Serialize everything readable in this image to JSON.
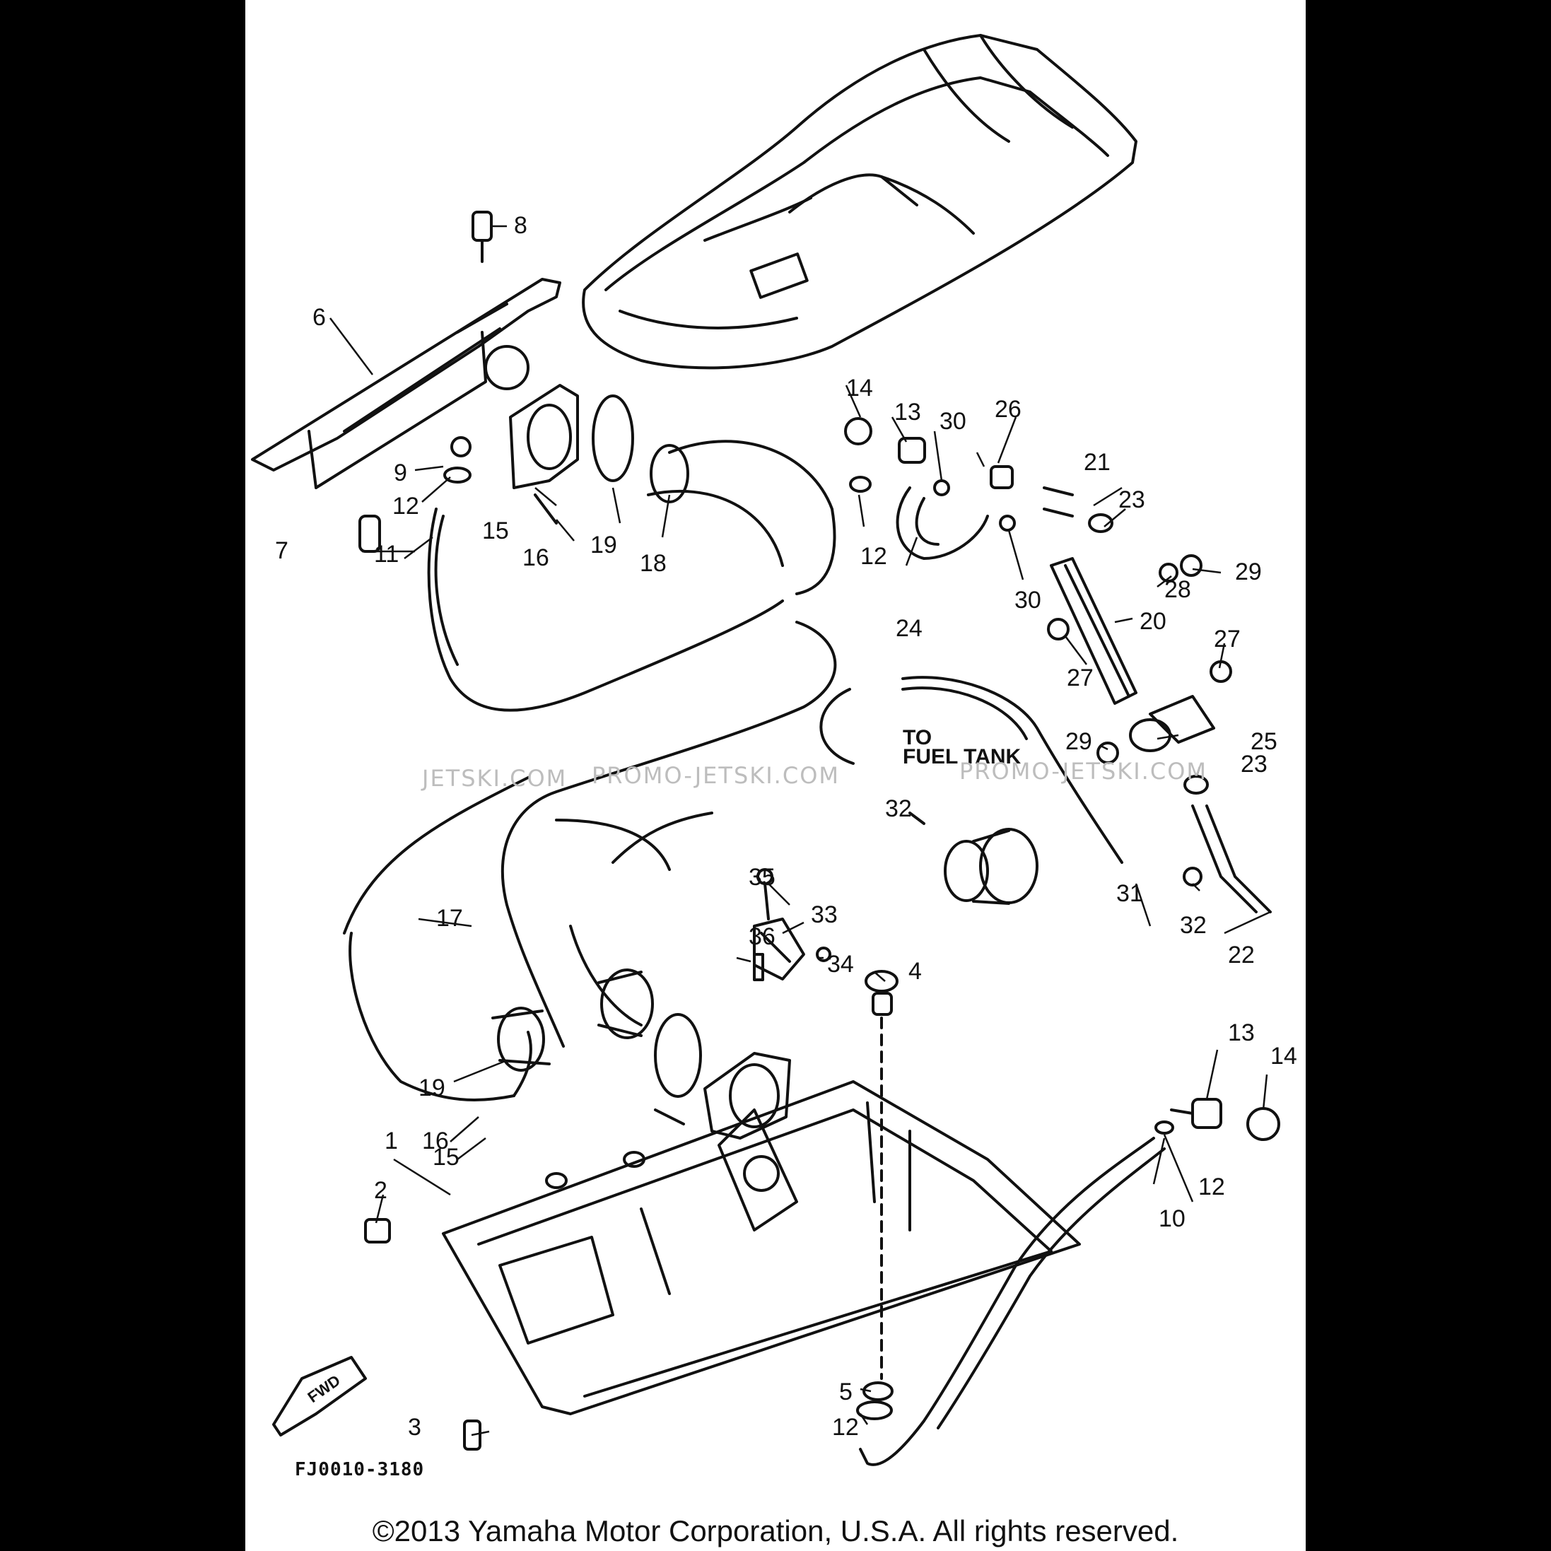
{
  "figure_code": "FJ0010-3180",
  "copyright": "©2013 Yamaha Motor Corporation, U.S.A. All rights reserved.",
  "fuel_note": {
    "line1": "TO",
    "line2": "FUEL TANK"
  },
  "fwd_label": "FWD",
  "watermark": {
    "left": "JETSKI.COM",
    "mid": "PROMO-JETSKI.COM",
    "right": "PROMO-JETSKI.COM"
  },
  "callouts": {
    "c1": "1",
    "c2": "2",
    "c3": "3",
    "c4": "4",
    "c5": "5",
    "c6": "6",
    "c7": "7",
    "c8": "8",
    "c9": "9",
    "c10": "10",
    "c11": "11",
    "c12a": "12",
    "c12b": "12",
    "c12c": "12",
    "c12d": "12",
    "c13a": "13",
    "c13b": "13",
    "c14a": "14",
    "c14b": "14",
    "c15a": "15",
    "c15b": "15",
    "c16a": "16",
    "c16b": "16",
    "c17": "17",
    "c18": "18",
    "c19a": "19",
    "c19b": "19",
    "c20": "20",
    "c21": "21",
    "c22": "22",
    "c23a": "23",
    "c23b": "23",
    "c24": "24",
    "c25": "25",
    "c26": "26",
    "c27a": "27",
    "c27b": "27",
    "c28": "28",
    "c29a": "29",
    "c29b": "29",
    "c30a": "30",
    "c30b": "30",
    "c31": "31",
    "c32a": "32",
    "c32b": "32",
    "c33": "33",
    "c34": "34",
    "c35": "35",
    "c36": "36"
  }
}
